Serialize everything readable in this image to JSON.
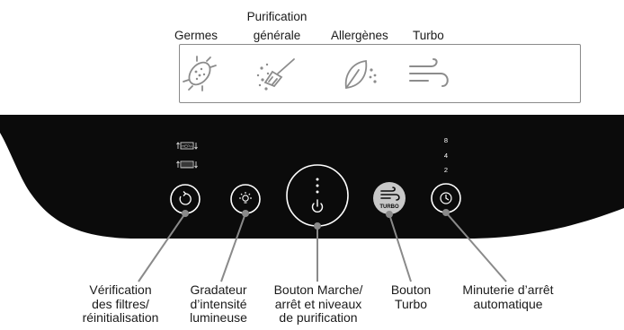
{
  "modes": {
    "germs": "Germes",
    "purification_line1": "Purification",
    "purification_line2": "générale",
    "allergens": "Allergènes",
    "turbo": "Turbo"
  },
  "panel": {
    "timer_hours": [
      "8",
      "4",
      "2"
    ],
    "hepa_label": "HEPA",
    "turbo_button_text": "TURBO"
  },
  "callouts": {
    "filter_check": [
      "Vérification",
      "des filtres/",
      "réinitialisation"
    ],
    "dimmer": [
      "Gradateur",
      "d’intensité",
      "lumineuse"
    ],
    "power": [
      "Bouton Marche/",
      "arrêt et niveaux",
      "de purification"
    ],
    "turbo": [
      "Bouton",
      "Turbo"
    ],
    "timer": [
      "Minuterie d’arrêt",
      "automatique"
    ]
  },
  "colors": {
    "panel": "#0b0b0b",
    "line_gray": "#8a8a8a",
    "icon_gray": "#8c8c8c",
    "turbo_button": "#c8c8c8"
  }
}
